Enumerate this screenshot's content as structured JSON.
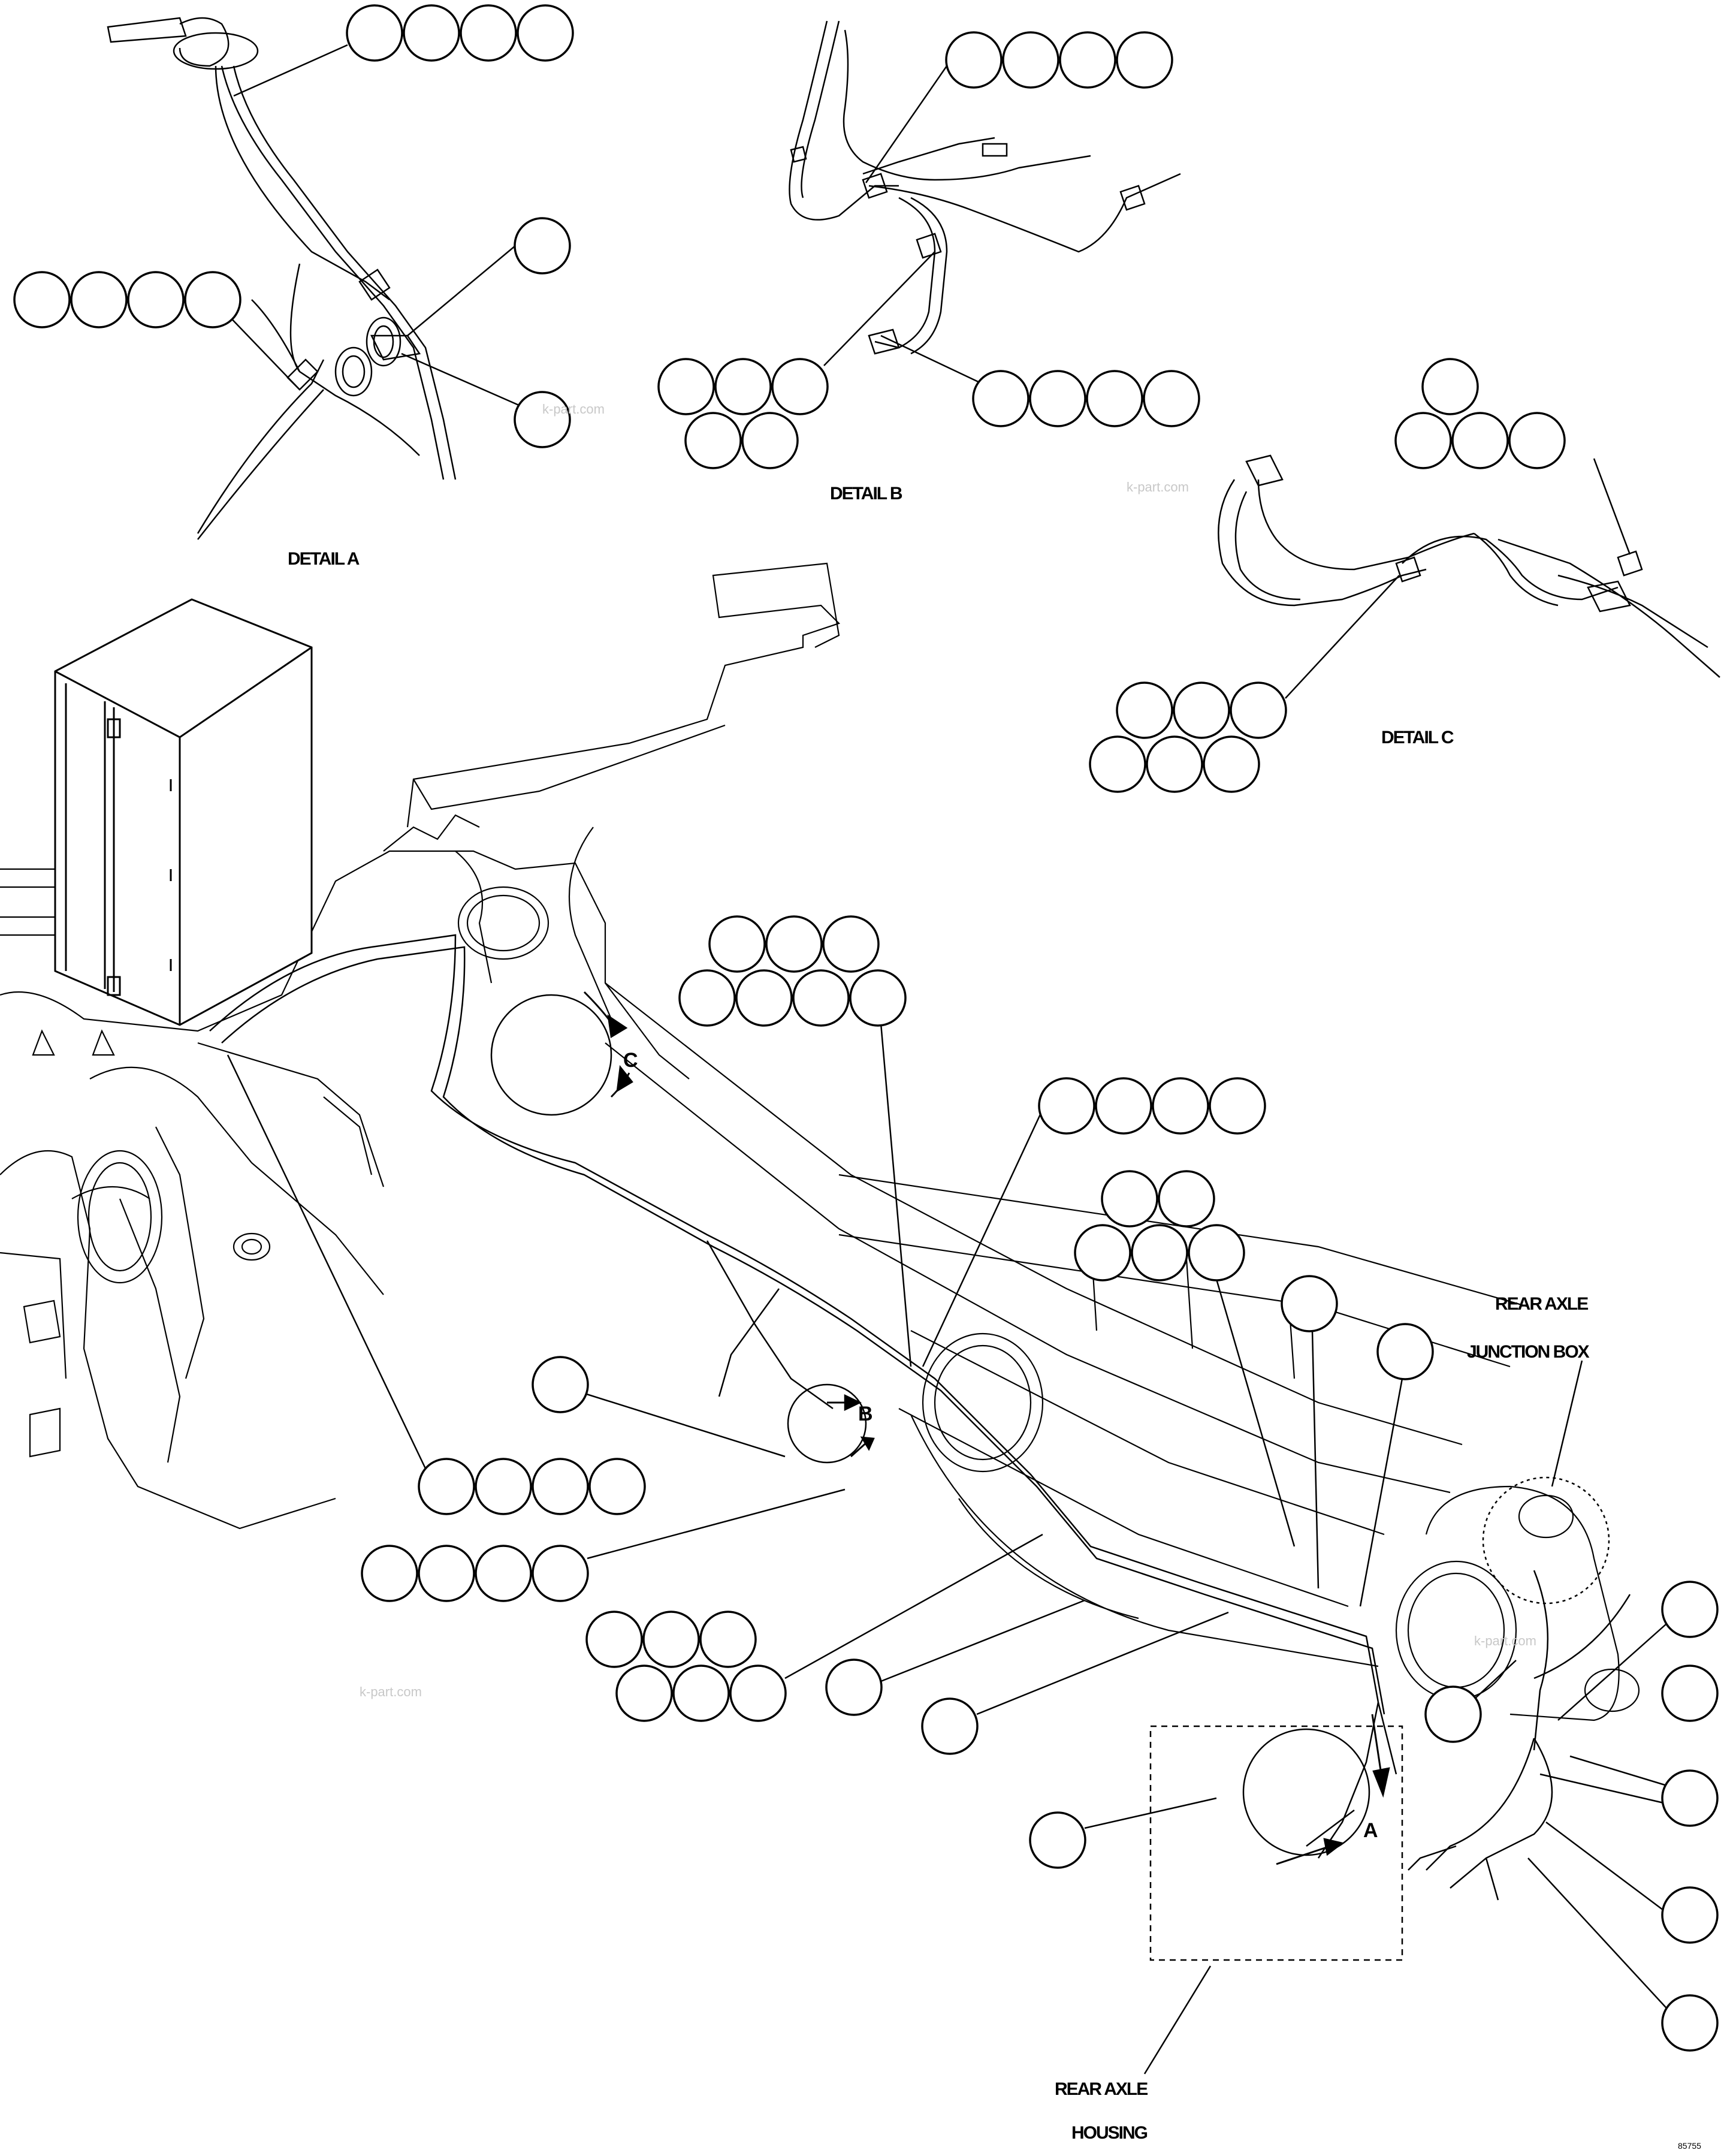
{
  "diagram": {
    "detail_labels": {
      "a": "DETAIL A",
      "b": "DETAIL B",
      "c": "DETAIL C"
    },
    "view_markers": {
      "a": "A",
      "b": "B",
      "c": "C"
    },
    "component_labels": {
      "junction_box_line1": "REAR AXLE",
      "junction_box_line2": "JUNCTION BOX",
      "housing_line1": "REAR AXLE",
      "housing_line2": "HOUSING"
    },
    "watermark": "k-part.com",
    "drawing_code": "85755"
  }
}
